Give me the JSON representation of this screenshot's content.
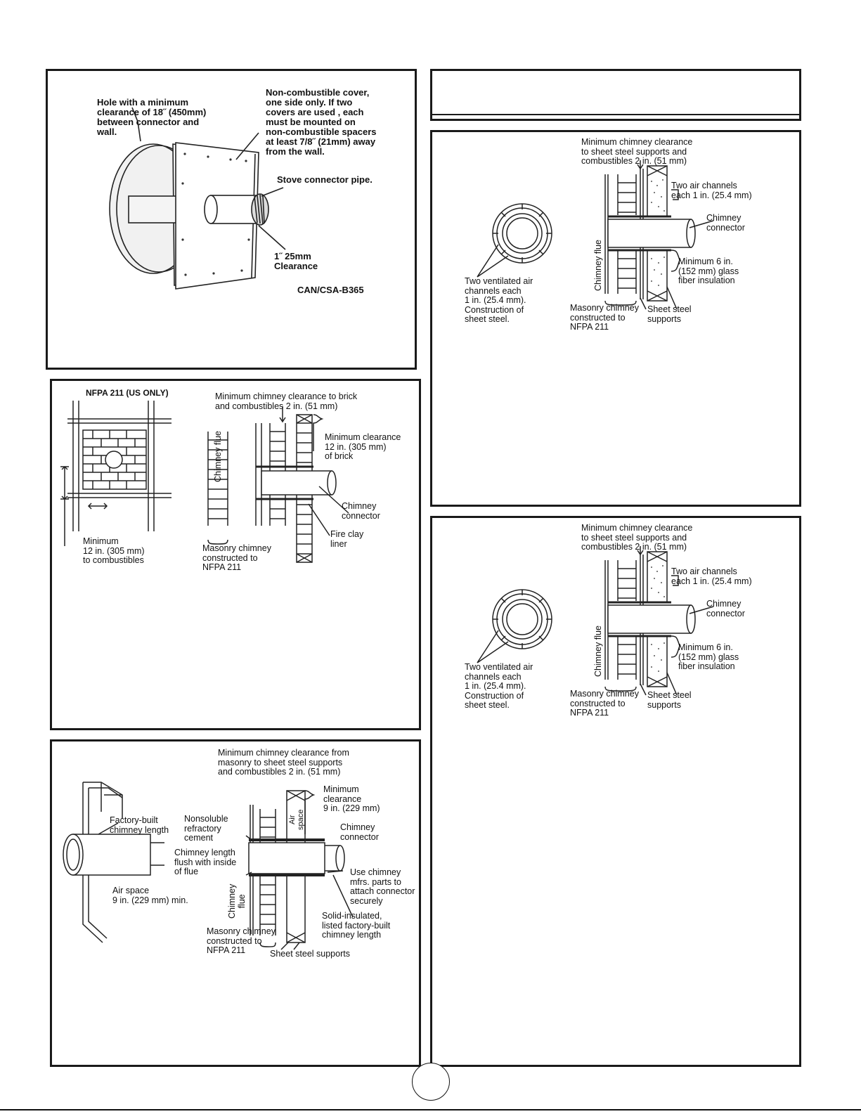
{
  "fig1": {
    "hole": "Hole with a minimum\nclearance of 18˝ (450mm)\nbetween connector and\nwall.",
    "cover": "Non-combustible cover,\none side only. If two\ncovers are used , each\nmust be mounted on\nnon-combustible spacers\nat least 7/8˝ (21mm) away\nfrom the wall.",
    "pipe": "Stove connector pipe.",
    "clear": "1˝ 25mm\nClearance",
    "std": "CAN/CSA-B365"
  },
  "fig2": {
    "title": "NFPA 211 (US ONLY)",
    "c1": "Minimum chimney clearance to brick\nand combustibles 2 in. (51 mm)",
    "c2": "Minimum clearance\n12 in. (305 mm)\nof brick",
    "flue": "Chimney flue",
    "conn": "Chimney\nconnector",
    "liner": "Fire clay\nliner",
    "min": "Minimum\n12 in. (305 mm)\nto combustibles",
    "mas": "Masonry chimney\nconstructed to\nNFPA 211"
  },
  "fig3": {
    "c1": "Minimum chimney clearance from\nmasonry to sheet steel supports\nand combustibles 2 in. (51 mm)",
    "c2": "Minimum\nclearance\n9 in. (229 mm)",
    "air": "Air\nspace",
    "fb": "Factory-built\nchimney length",
    "ns": "Nonsoluble\nrefractory\ncement",
    "cl": "Chimney length\nflush with inside\nof flue",
    "conn": "Chimney\nconnector",
    "use": "Use chimney\nmfrs. parts to\nattach connector\nsecurely",
    "as2": "Air space\n9 in. (229 mm) min.",
    "flue": "Chimney\nflue",
    "solid": "Solid-insulated,\nlisted factory-built\nchimney length",
    "mas": "Masonry chimney\nconstructed to\nNFPA 211",
    "ss": "Sheet steel supports"
  },
  "fig4": {
    "c1": "Minimum chimney clearance\nto sheet steel supports and\ncombustibles 2 in. (51 mm)",
    "air": "Two air channels\neach 1 in. (25.4 mm)",
    "conn": "Chimney\nconnector",
    "flue": "Chimney flue",
    "min6": "Minimum 6 in.\n(152 mm) glass\nfiber insulation",
    "vent": "Two ventilated air\nchannels each\n1 in. (25.4 mm).\nConstruction of\nsheet steel.",
    "mas": "Masonry chimney\nconstructed to\nNFPA 211",
    "ss": "Sheet steel\nsupports"
  },
  "fig5": {
    "c1": "Minimum chimney clearance\nto sheet steel supports and\ncombustibles 2 in. (51 mm)",
    "air": "Two air channels\neach 1 in. (25.4 mm)",
    "conn": "Chimney\nconnector",
    "flue": "Chimney flue",
    "min6": "Minimum 6 in.\n(152 mm) glass\nfiber insulation",
    "vent": "Two ventilated air\nchannels each\n1 in. (25.4 mm).\nConstruction of\nsheet steel.",
    "mas": "Masonry chimney\nconstructed to\nNFPA 211",
    "ss": "Sheet steel\nsupports"
  }
}
